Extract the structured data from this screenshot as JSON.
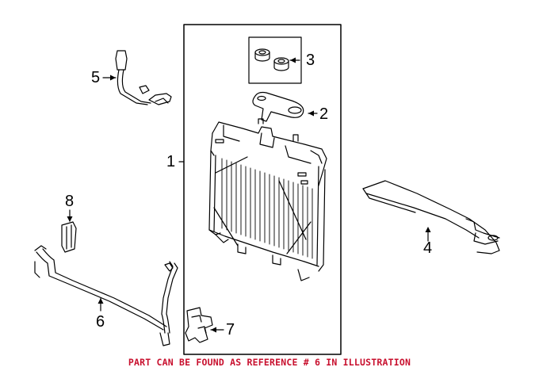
{
  "callouts": {
    "c1": "1",
    "c2": "2",
    "c3": "3",
    "c4": "4",
    "c5": "5",
    "c6": "6",
    "c7": "7",
    "c8": "8"
  },
  "footer": {
    "note": "PART CAN BE FOUND AS REFERENCE # 6 IN ILLUSTRATION",
    "color": "#c8102e"
  },
  "colors": {
    "line": "#000000",
    "background": "#ffffff"
  }
}
